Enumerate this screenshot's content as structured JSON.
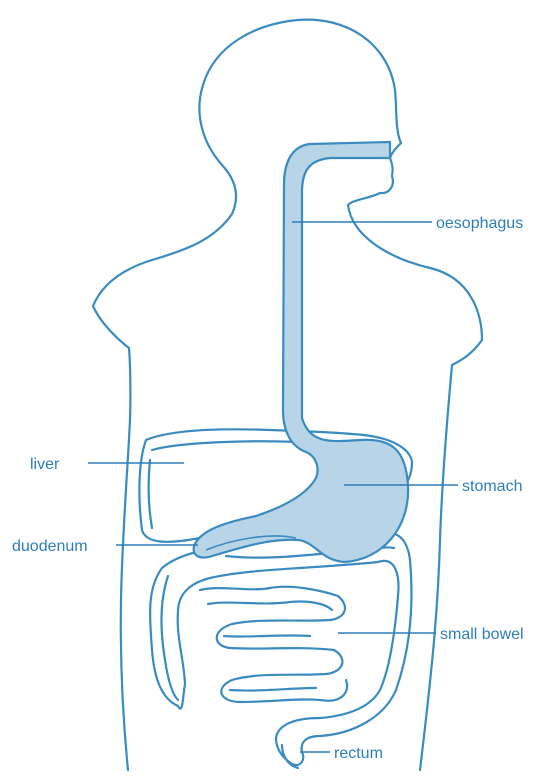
{
  "labels": {
    "oesophagus": "oesophagus",
    "liver": "liver",
    "stomach": "stomach",
    "duodenum": "duodenum",
    "small_bowel": "small bowel",
    "rectum": "rectum"
  },
  "colors": {
    "outline": "#3a8bc0",
    "organ_fill": "#b7d5e6",
    "label_text": "#2e7fb9",
    "leader_line": "#2e7fb9"
  }
}
